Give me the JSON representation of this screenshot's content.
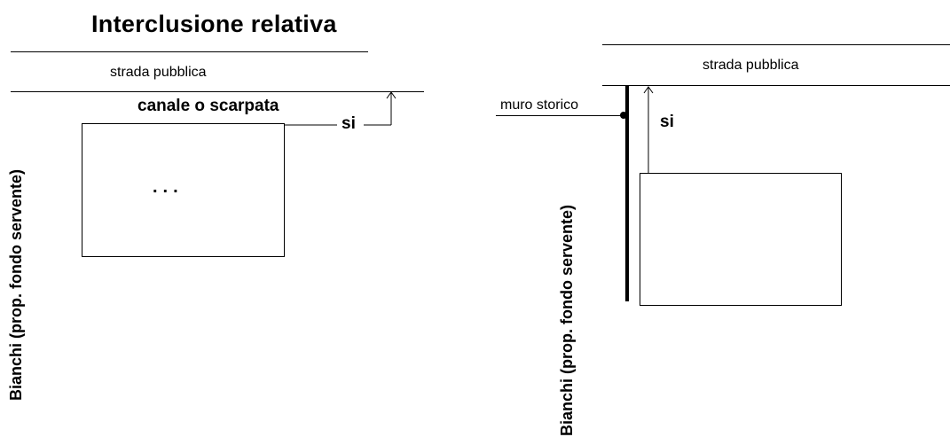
{
  "left_diagram": {
    "title": "Interclusione relativa",
    "road_label": "strada pubblica",
    "obstacle_label": "canale o scarpata",
    "access_label": "si",
    "parcel_label": "...",
    "owner_label": "Bianchi (prop. fondo servente)"
  },
  "right_diagram": {
    "road_label": "strada pubblica",
    "wall_label": "muro storico",
    "access_label": "si",
    "owner_label": "Bianchi (prop. fondo servente)"
  }
}
